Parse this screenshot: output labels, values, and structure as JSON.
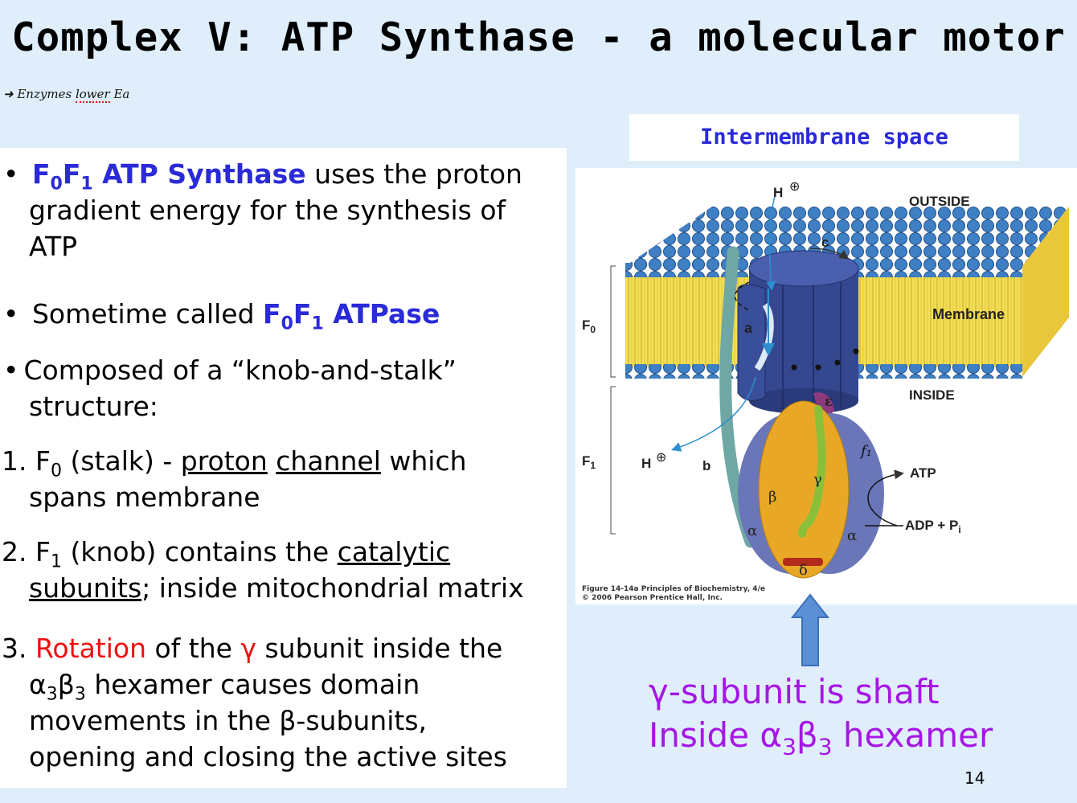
{
  "title": "Complex V:  ATP Synthase - a molecular motor",
  "handnote": {
    "part1": "Enzymes",
    "part2": "lower",
    "part3": "Ea"
  },
  "bullets": {
    "b1": {
      "bullet": "•",
      "f": "F",
      "f_sub0": "0",
      "f2": "F",
      "f_sub1": "1",
      "name": " ATP Synthase",
      "rest1": " uses the proton",
      "line2": "gradient energy for the synthesis of",
      "line3": "ATP"
    },
    "b2": {
      "bullet": "•",
      "text": "Sometime called ",
      "f": "F",
      "f_sub0": "0",
      "f2": "F",
      "f_sub1": "1",
      "name": " ATPase"
    },
    "b3": {
      "bullet": "•",
      "line1": "Composed of a “knob-and-stalk”",
      "line2": "structure:"
    }
  },
  "items": {
    "i1": {
      "num": "1.",
      "a": " F",
      "sub": "0",
      "b": " (stalk) - ",
      "u1": "proton",
      "sp": " ",
      "u2": "channel",
      "c": " which",
      "line2": "spans membrane"
    },
    "i2": {
      "num": "2.",
      "a": " F",
      "sub": "1",
      "b": " (knob) contains the ",
      "u1": "catalytic",
      "u2": "subunits",
      "c": "; inside mitochondrial matrix"
    },
    "i3": {
      "num": "3.",
      "red1": " Rotation",
      "a": " of the ",
      "gamma": "γ",
      "b": " subunit inside the",
      "l2a": "α",
      "l2s1": "3",
      "l2b": "β",
      "l2s2": "3",
      "l2c": " hexamer causes domain",
      "line3": "movements in the β-subunits,",
      "line4": "opening and closing the active sites"
    }
  },
  "intermembrane_label": "Intermembrane space",
  "figure": {
    "h_top": "H",
    "h_mid": "H",
    "outside": "OUTSIDE",
    "inside": "INSIDE",
    "membrane": "Membrane",
    "c": "c",
    "a": "a",
    "b": "b",
    "epsilon": "ε",
    "gamma": "γ",
    "beta": "β",
    "alpha_left": "α",
    "alpha_right": "α",
    "delta": "δ",
    "f0": "F",
    "f0_sub": "0",
    "f1": "F",
    "f1_sub": "1",
    "atp": "ATP",
    "adp": "ADP + P",
    "adp_sub": "i",
    "fi_note": "f₁",
    "caption_line1": "Figure 14-14a  Principles of Biochemistry, 4/e",
    "caption_line2": "© 2006 Pearson Prentice Hall, Inc."
  },
  "note": {
    "line1": "γ-subunit is shaft",
    "line2a": "Inside α",
    "line2s1": "3",
    "line2b": "β",
    "line2s2": "3",
    "line2c": " hexamer"
  },
  "page_number": "14",
  "colors": {
    "background": "#dfeefa",
    "blue_text": "#2a2ad8",
    "red_text": "#ee1010",
    "purple_text": "#a616e6",
    "arrow": "#5b8fd6"
  }
}
